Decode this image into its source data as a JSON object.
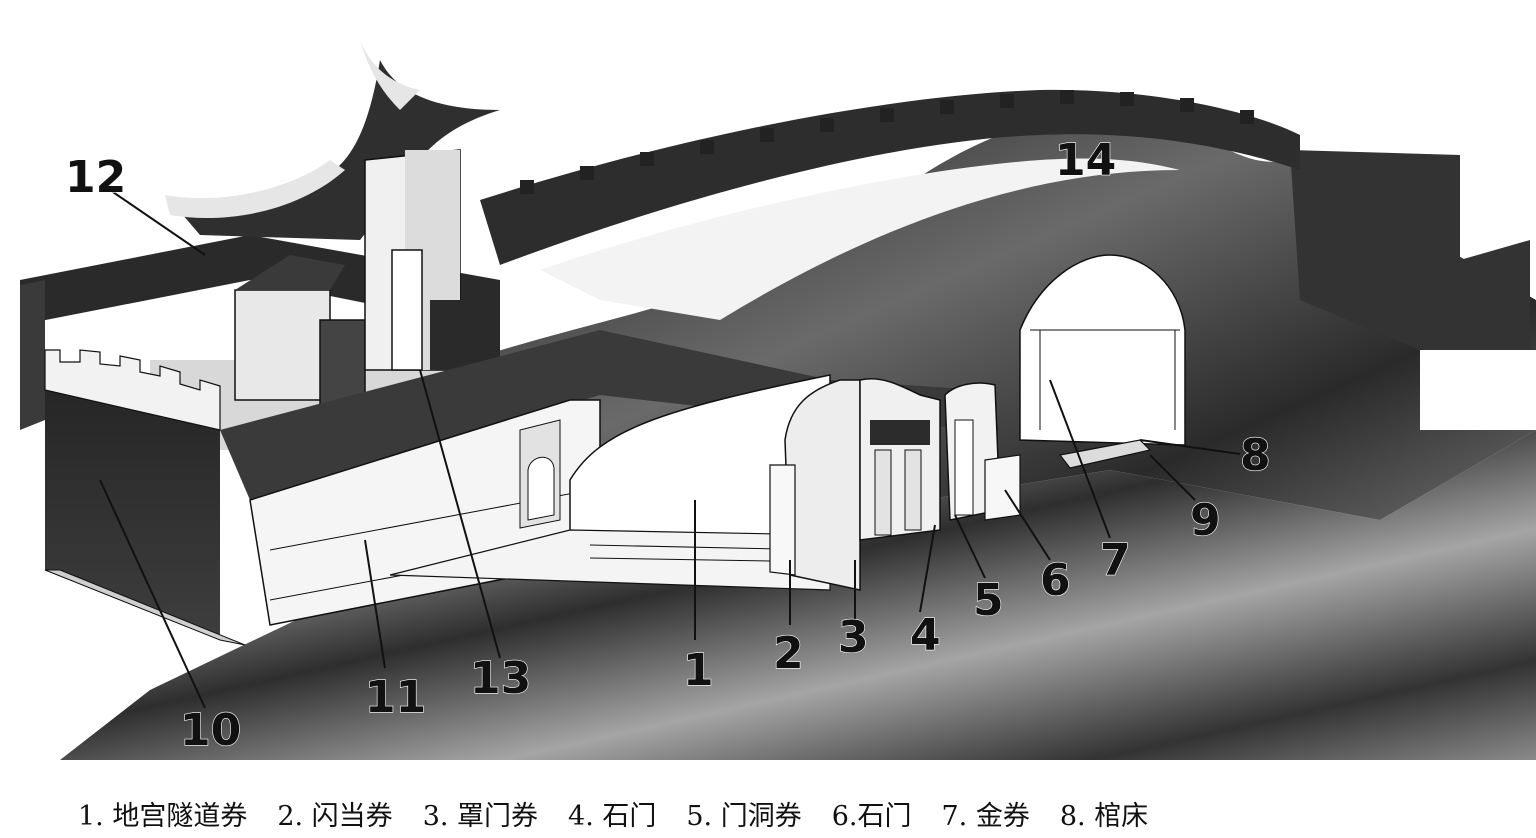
{
  "labels": [
    {
      "id": "1",
      "text": "1"
    },
    {
      "id": "2",
      "text": "2"
    },
    {
      "id": "3",
      "text": "3"
    },
    {
      "id": "4",
      "text": "4"
    },
    {
      "id": "5",
      "text": "5"
    },
    {
      "id": "6",
      "text": "6"
    },
    {
      "id": "7",
      "text": "7"
    },
    {
      "id": "8",
      "text": "8"
    },
    {
      "id": "9",
      "text": "9"
    },
    {
      "id": "10",
      "text": "10"
    },
    {
      "id": "11",
      "text": "11"
    },
    {
      "id": "12",
      "text": "12"
    },
    {
      "id": "13",
      "text": "13"
    },
    {
      "id": "14",
      "text": "14"
    }
  ],
  "legend": [
    "1.  地宫隧道券",
    "2.  闪当券",
    "3. 罩门券",
    "4. 石门",
    "5.  门洞券",
    "6.石门",
    "7.  金券",
    "8.  棺床"
  ],
  "colors": {
    "wall_dark": "#2b2b2b",
    "wall_mid": "#5a5a5a",
    "ground_light": "#9a9a9a",
    "vault_white": "#f6f6f6",
    "line": "#111111"
  }
}
